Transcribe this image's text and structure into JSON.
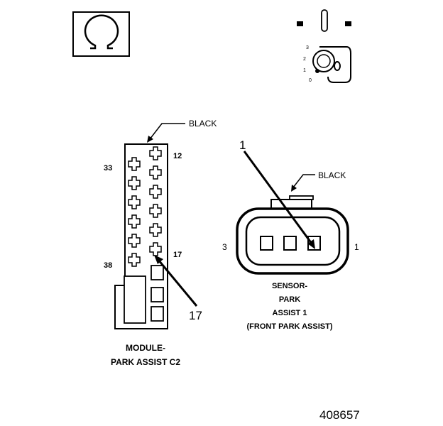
{
  "ohm_symbol": "Ω",
  "key_positions": [
    "3",
    "2",
    "1",
    "0"
  ],
  "module": {
    "wire_color": "BLACK",
    "pin_labels": {
      "top_left": "33",
      "top_right": "12",
      "bottom_left": "38",
      "bottom_right": "17"
    },
    "callout": "17",
    "caption_line1": "MODULE-",
    "caption_line2": "PARK ASSIST C2"
  },
  "sensor": {
    "wire_color": "BLACK",
    "callout": "1",
    "pin_left": "3",
    "pin_right": "1",
    "caption_line1": "SENSOR-",
    "caption_line2": "PARK",
    "caption_line3": "ASSIST 1",
    "caption_line4": "(FRONT PARK ASSIST)"
  },
  "figure_number": "408657",
  "colors": {
    "ink": "#000000",
    "paper": "#ffffff"
  }
}
